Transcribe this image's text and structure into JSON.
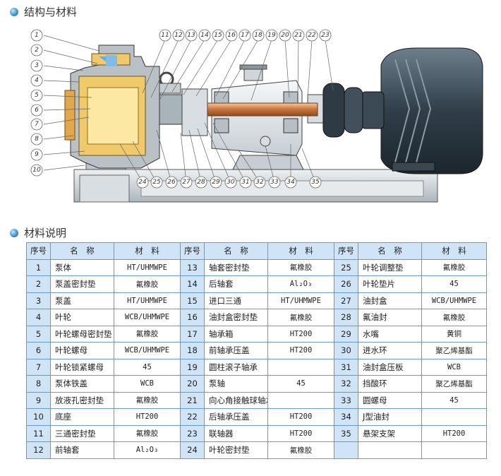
{
  "section1_title": "结构与材料",
  "section2_title": "材料说明",
  "callout_numbers": [
    "1",
    "2",
    "3",
    "4",
    "5",
    "6",
    "7",
    "8",
    "9",
    "10",
    "11",
    "12",
    "13",
    "14",
    "15",
    "16",
    "17",
    "18",
    "19",
    "20",
    "21",
    "22",
    "23",
    "24",
    "25",
    "26",
    "27",
    "28",
    "29",
    "30",
    "31",
    "32",
    "33",
    "34",
    "35"
  ],
  "table": {
    "headers": [
      "序号",
      "名　称",
      "材　料"
    ],
    "rows": [
      {
        "no": "1",
        "name": "泵体",
        "material": "HT/UHMWPE"
      },
      {
        "no": "2",
        "name": "泵盖密封垫",
        "material": "氟橡胶"
      },
      {
        "no": "3",
        "name": "泵盖",
        "material": "HT/UHMWPE"
      },
      {
        "no": "4",
        "name": "叶轮",
        "material": "WCB/UHMWPE"
      },
      {
        "no": "5",
        "name": "叶轮螺母密封垫",
        "material": "氟橡胶"
      },
      {
        "no": "6",
        "name": "叶轮螺母",
        "material": "WCB/UHMWPE"
      },
      {
        "no": "7",
        "name": "叶轮锁紧螺母",
        "material": "45"
      },
      {
        "no": "8",
        "name": "泵体铁盖",
        "material": "WCB"
      },
      {
        "no": "9",
        "name": "放液孔密封垫",
        "material": "氟橡胶"
      },
      {
        "no": "10",
        "name": "底座",
        "material": "HT200"
      },
      {
        "no": "11",
        "name": "三通密封垫",
        "material": "氟橡胶"
      },
      {
        "no": "12",
        "name": "前轴套",
        "material": "Al₂O₃"
      },
      {
        "no": "13",
        "name": "轴套密封垫",
        "material": "氟橡胶"
      },
      {
        "no": "14",
        "name": "后轴套",
        "material": "Al₂O₃"
      },
      {
        "no": "15",
        "name": "进口三通",
        "material": "HT/UHMWPE"
      },
      {
        "no": "16",
        "name": "油封盒密封垫",
        "material": "氟橡胶"
      },
      {
        "no": "17",
        "name": "轴承箱",
        "material": "HT200"
      },
      {
        "no": "18",
        "name": "前轴承压盖",
        "material": "HT200"
      },
      {
        "no": "19",
        "name": "圆柱滚子轴承",
        "material": ""
      },
      {
        "no": "20",
        "name": "泵轴",
        "material": "45"
      },
      {
        "no": "21",
        "name": "向心角接触球轴承",
        "material": ""
      },
      {
        "no": "22",
        "name": "后轴承压盖",
        "material": "HT200"
      },
      {
        "no": "23",
        "name": "联轴器",
        "material": "HT200"
      },
      {
        "no": "24",
        "name": "叶轮密封垫",
        "material": "氟橡胶"
      },
      {
        "no": "25",
        "name": "叶轮调整垫",
        "material": "氟橡胶"
      },
      {
        "no": "26",
        "name": "叶轮垫片",
        "material": "45"
      },
      {
        "no": "27",
        "name": "油封盒",
        "material": "WCB/UHMWPE"
      },
      {
        "no": "28",
        "name": "氟油封",
        "material": "氟橡胶"
      },
      {
        "no": "29",
        "name": "水嘴",
        "material": "黄铜"
      },
      {
        "no": "30",
        "name": "进水环",
        "material": "聚乙烯基酯"
      },
      {
        "no": "31",
        "name": "油封盒压板",
        "material": "WCB"
      },
      {
        "no": "32",
        "name": "挡酸环",
        "material": "聚乙烯基酯"
      },
      {
        "no": "33",
        "name": "圆螺母",
        "material": "45"
      },
      {
        "no": "34",
        "name": "J型油封",
        "material": ""
      },
      {
        "no": "35",
        "name": "悬架支架",
        "material": "HT200"
      },
      {
        "no": "",
        "name": "",
        "material": ""
      }
    ]
  }
}
